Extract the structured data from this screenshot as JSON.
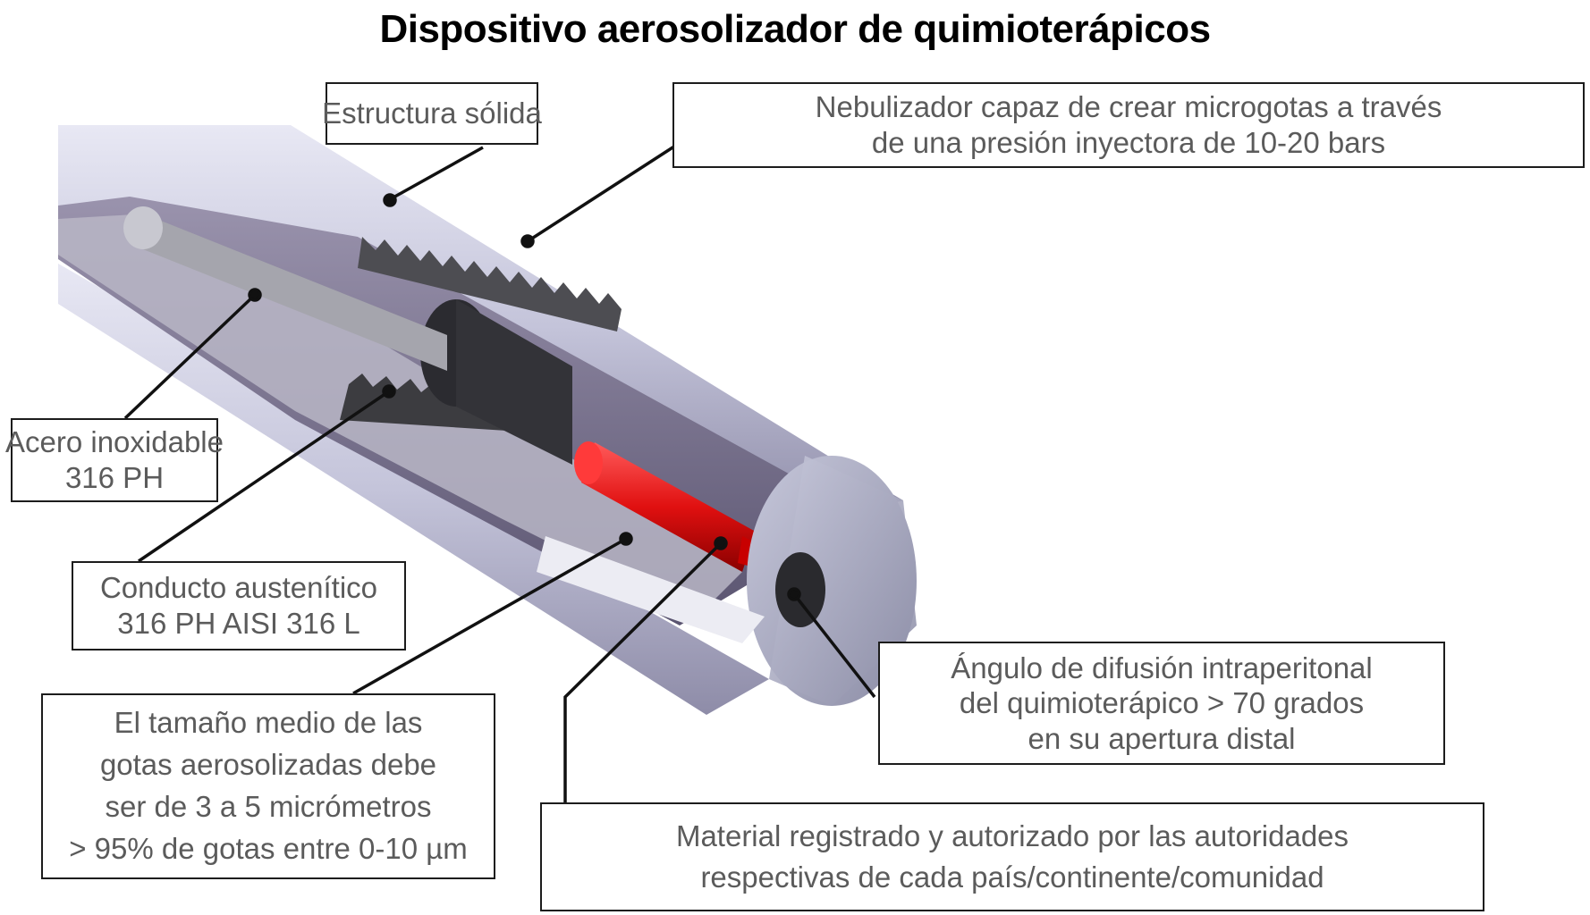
{
  "title": "Dispositivo aerosolizador de quimioterápicos",
  "colors": {
    "tube_outer": "#bcbcd4",
    "tube_inner": "#6e6685",
    "end_face": "#a9aac0",
    "thread": "#4a4a4a",
    "nozzle_red": "#dd1010",
    "conduit": "#a8a8a8",
    "label_text": "#5b5b5b",
    "leader_line": "#111111"
  },
  "labels": {
    "estructura": {
      "line1": "Estructura sólida"
    },
    "nebulizador": {
      "line1": "Nebulizador capaz de crear microgotas a través",
      "line2": "de una presión inyectora de 10-20 bars"
    },
    "acero": {
      "line1": "Acero inoxidable",
      "line2": "316 PH"
    },
    "conducto": {
      "line1": "Conducto austenítico",
      "line2": "316 PH AISI 316 L"
    },
    "tamano": {
      "line1": "El tamaño medio de las",
      "line2": "gotas aerosolizadas debe",
      "line3": "ser de 3 a 5 micrómetros",
      "line4": "> 95% de gotas entre 0-10 µm"
    },
    "angulo": {
      "line1": "Ángulo de difusión intraperitonal",
      "line2": "del quimioterápico > 70 grados",
      "line3": "en su apertura distal"
    },
    "material": {
      "line1": "Material registrado y autorizado por las autoridades",
      "line2": "respectivas de cada país/continente/comunidad"
    }
  }
}
